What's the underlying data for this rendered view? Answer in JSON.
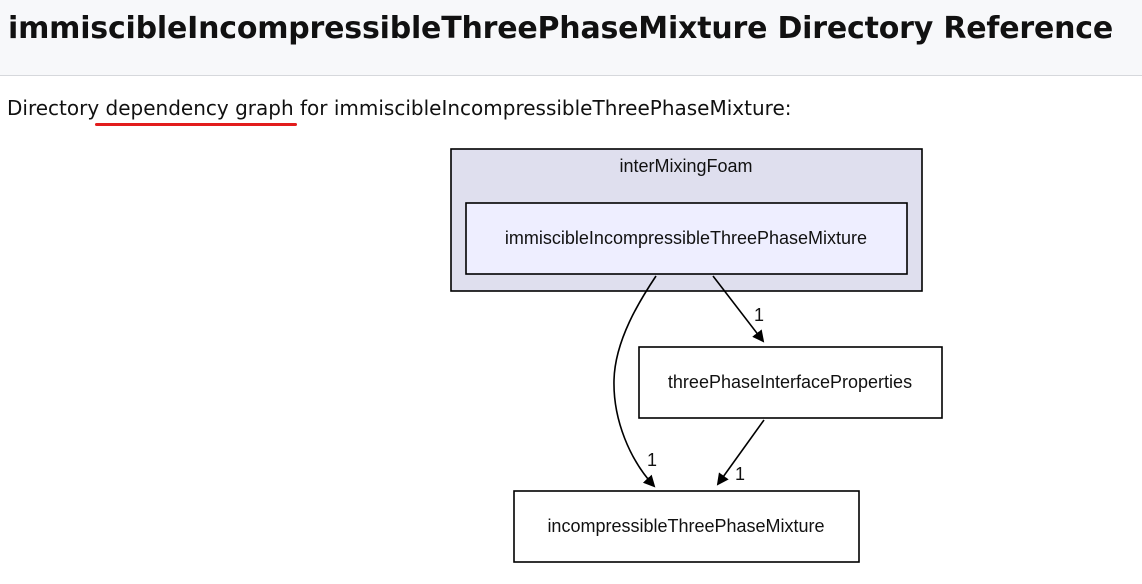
{
  "page": {
    "title": "immiscibleIncompressibleThreePhaseMixture Directory Reference",
    "intro_prefix": "Directory ",
    "intro_link": "dependency graph",
    "intro_suffix": " for immiscibleIncompressibleThreePhaseMixture:"
  },
  "graph": {
    "cluster_label": "interMixingFoam",
    "nodes": {
      "current": "immiscibleIncompressibleThreePhaseMixture",
      "interface": "threePhaseInterfaceProperties",
      "mixture": "incompressibleThreePhaseMixture"
    },
    "edges": {
      "current_to_interface": "1",
      "current_to_mixture": "1",
      "interface_to_mixture": "1"
    },
    "colors": {
      "cluster_fill": "#dfdfee",
      "current_fill": "#eeeeff",
      "node_fill": "#ffffff",
      "stroke": "#000000",
      "spellcheck_underline": "#e21c1c"
    }
  }
}
